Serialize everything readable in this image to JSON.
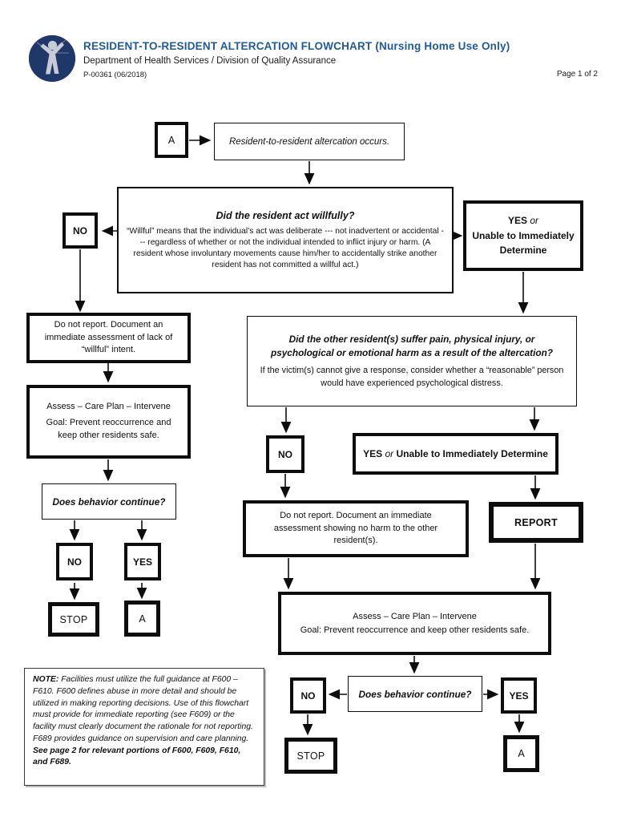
{
  "header": {
    "title": "RESIDENT-TO-RESIDENT ALTERCATION FLOWCHART",
    "title_suffix": " (Nursing Home Use Only)",
    "subtitle": "Department of Health Services / Division of Quality Assurance",
    "doc_number": "P-00361 (06/2018)",
    "page": "Page 1 of 2",
    "accent_color": "#1e5a9c",
    "logo": "dhs-person-star-logo"
  },
  "flow": {
    "a_top": "A",
    "start": "Resident-to-resident altercation occurs.",
    "willful": {
      "title": "Did the resident act willfully?",
      "body": "“Willful” means that the individual’s act was deliberate --- not inadvertent or accidental --- regardless of whether or not the individual intended to inflict injury or harm. (A resident whose involuntary movements cause him/her to accidentally strike another resident has not committed a willful act.)"
    },
    "no1": "NO",
    "yes1": {
      "yes": "YES",
      "or": " or",
      "rest1": "Unable to Immediately",
      "rest2": "Determine"
    },
    "do_not_report_left": "Do not report. Document an immediate assessment of lack of “willful” intent.",
    "assess_left": {
      "line1": "Assess – Care Plan – Intervene",
      "line2": "Goal:  Prevent reoccurrence and keep other residents safe."
    },
    "does_continue_left": "Does behavior continue?",
    "no2": "NO",
    "yes2": "YES",
    "stop_left": "STOP",
    "a_left": "A",
    "harm": {
      "title": "Did the other resident(s) suffer pain, physical injury, or psychological or emotional harm as a result of the altercation?",
      "body": "If the victim(s) cannot give a response, consider whether a “reasonable” person would have experienced psychological distress."
    },
    "no3": "NO",
    "yes3": {
      "yes": "YES",
      "or": " or ",
      "rest": "Unable to Immediately Determine"
    },
    "do_not_report_right": "Do not report.  Document an immediate assessment showing no harm to the other resident(s).",
    "report": "REPORT",
    "assess_right": {
      "line1": "Assess – Care Plan – Intervene",
      "line2": "Goal:  Prevent reoccurrence and keep other residents safe."
    },
    "does_continue_right": "Does behavior continue?",
    "no4": "NO",
    "yes4": "YES",
    "stop_right": "STOP",
    "a_right": "A"
  },
  "note": {
    "label": "NOTE:",
    "body": "  Facilities must utilize the full guidance at F600 – F610. F600 defines abuse in more detail and should be utilized in making reporting decisions.  Use of this flowchart must provide for immediate reporting (see F609) or the facility must clearly document the rationale for not reporting.  F689 provides guidance on supervision and care planning.  ",
    "bold_tail": "See page 2 for relevant portions of F600, F609, F610, and F689."
  }
}
